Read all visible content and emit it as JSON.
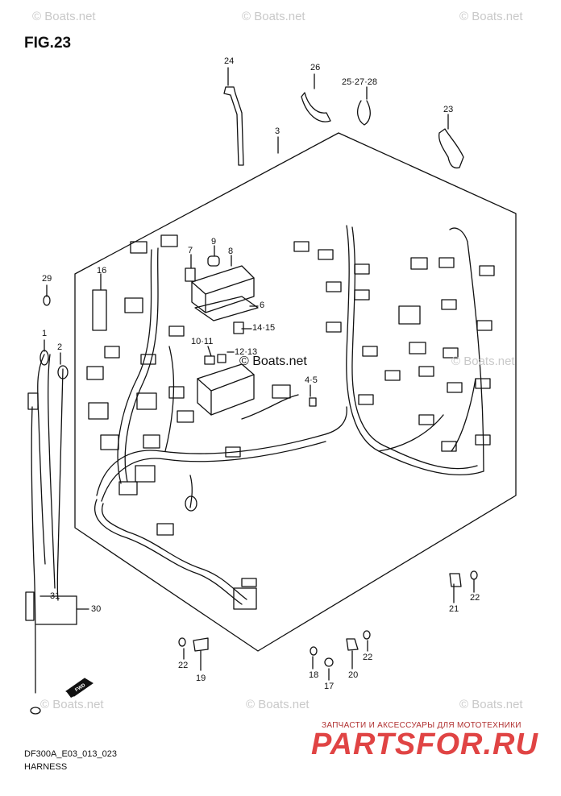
{
  "figure": {
    "title": "FIG.23",
    "code": "DF300A_E03_013_023",
    "name": "HARNESS"
  },
  "watermarks": {
    "corner": "© Boats.net",
    "center": "© Boats.net"
  },
  "shop": {
    "tagline": "ЗАПЧАСТИ И АКСЕССУАРЫ ДЛЯ МОТОТЕХНИКИ",
    "brand": "PARTSFOR.RU"
  },
  "callouts": {
    "c1": "1",
    "c2": "2",
    "c3": "3",
    "c4_5": "4·5",
    "c6": "6",
    "c7": "7",
    "c8": "8",
    "c9": "9",
    "c10_11": "10·11",
    "c12_13": "12·13",
    "c14_15": "14·15",
    "c16": "16",
    "c17": "17",
    "c18": "18",
    "c19": "19",
    "c20": "20",
    "c21": "21",
    "c22a": "22",
    "c22b": "22",
    "c22c": "22",
    "c23": "23",
    "c24": "24",
    "c25_28": "25·27·28",
    "c26": "26",
    "c29": "29",
    "c30": "30",
    "c31": "31"
  },
  "icons": {
    "direction_badge": "fwd-arrow-icon",
    "badge_text": "FWD"
  }
}
